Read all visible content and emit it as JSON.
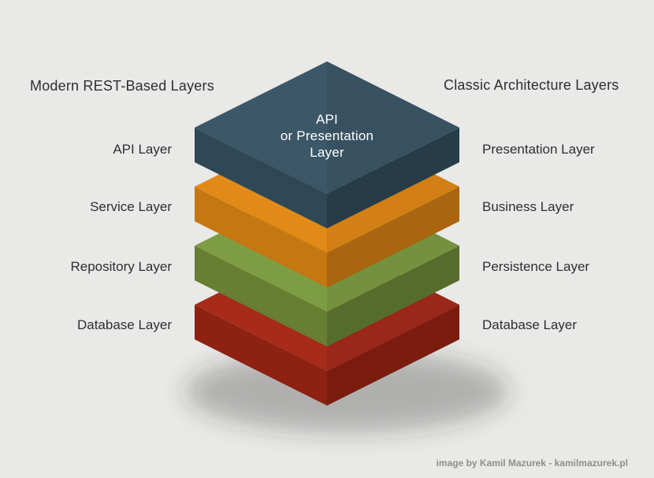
{
  "background_color": "#e9e9e7",
  "headers": {
    "left": "Modern REST-Based Layers",
    "right": "Classic Architecture Layers"
  },
  "stack": {
    "top_label_line1": "API",
    "top_label_line2": "or Presentation",
    "top_label_line3": "Layer"
  },
  "layers": [
    {
      "id": "api-presentation",
      "left_label": "API Layer",
      "right_label": "Presentation Layer",
      "colors": {
        "top": "#3c5767",
        "left": "#2f4856",
        "right": "#263d49"
      }
    },
    {
      "id": "service-business",
      "left_label": "Service Layer",
      "right_label": "Business Layer",
      "colors": {
        "top": "#e28a17",
        "left": "#c57712",
        "right": "#aa650e"
      }
    },
    {
      "id": "repository-persistence",
      "left_label": "Repository Layer",
      "right_label": "Persistence Layer",
      "colors": {
        "top": "#7d9d45",
        "left": "#677e33",
        "right": "#576c2c"
      }
    },
    {
      "id": "database",
      "left_label": "Database Layer",
      "right_label": "Database Layer",
      "colors": {
        "top": "#a62b19",
        "left": "#8d2213",
        "right": "#7a1c0e"
      }
    }
  ],
  "footer": {
    "credit": "image by Kamil Mazurek - kamilmazurek.pl"
  }
}
